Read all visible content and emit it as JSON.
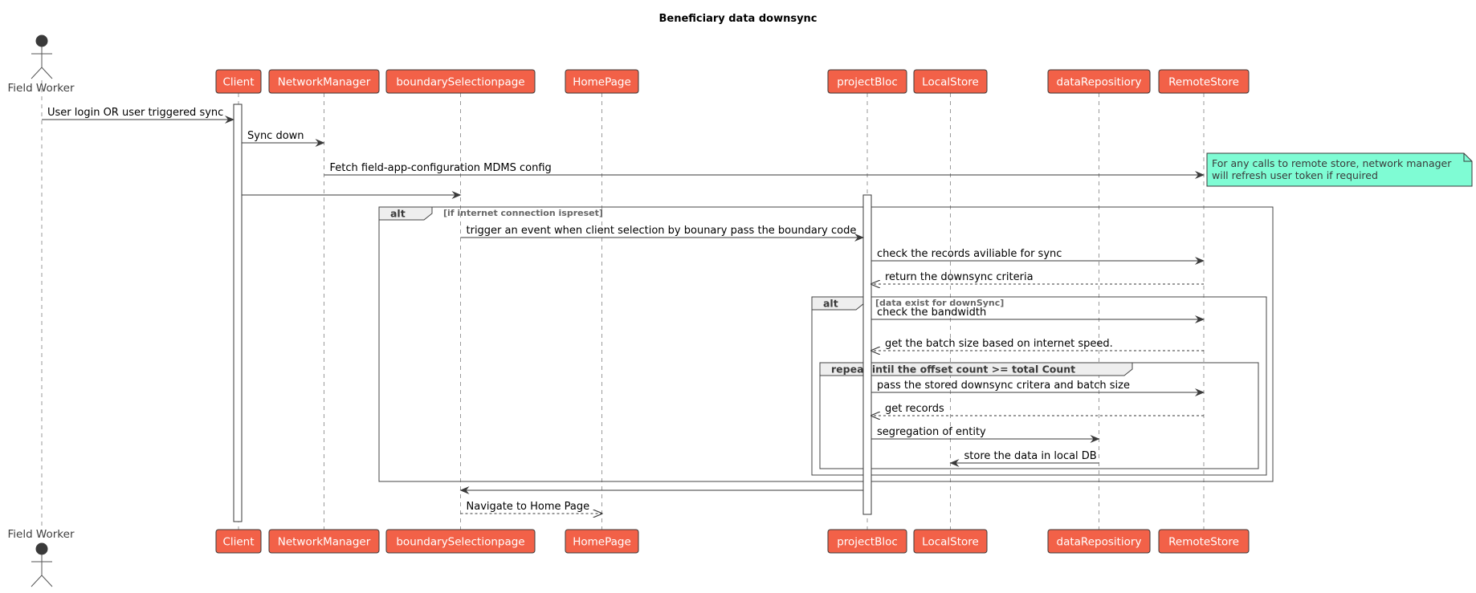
{
  "diagram": {
    "title": "Beneficiary data downsync",
    "actor": {
      "label": "Field Worker"
    },
    "participants": [
      {
        "label": "Client"
      },
      {
        "label": "NetworkManager"
      },
      {
        "label": "boundarySelectionpage"
      },
      {
        "label": "HomePage"
      },
      {
        "label": "projectBloc"
      },
      {
        "label": "LocalStore"
      },
      {
        "label": "dataRepositiory"
      },
      {
        "label": "RemoteStore"
      }
    ],
    "messages": [
      {
        "from": 0,
        "to": 1,
        "label": "User login OR user triggered sync",
        "style": "solid"
      },
      {
        "from": 1,
        "to": 2,
        "label": "Sync down",
        "style": "solid"
      },
      {
        "from": 2,
        "to": 8,
        "label": "Fetch field-app-configuration MDMS config",
        "style": "solid"
      },
      {
        "from": 1,
        "to": 3,
        "label": "",
        "style": "solid"
      },
      {
        "from": 3,
        "to": 5,
        "label": "trigger an event when client selection by bounary pass the boundary code",
        "style": "solid"
      },
      {
        "from": 5,
        "to": 8,
        "label": "check the records aviliable for sync",
        "style": "solid"
      },
      {
        "from": 8,
        "to": 5,
        "label": "return the downsync criteria",
        "style": "dashed"
      },
      {
        "from": 5,
        "to": 8,
        "label": "check the bandwidth",
        "style": "solid"
      },
      {
        "from": 8,
        "to": 5,
        "label": "get the batch size based on internet speed.",
        "style": "dashed"
      },
      {
        "from": 5,
        "to": 8,
        "label": "pass the stored downsync critera and batch size",
        "style": "solid"
      },
      {
        "from": 8,
        "to": 5,
        "label": "get records",
        "style": "dashed"
      },
      {
        "from": 5,
        "to": 7,
        "label": "segregation of entity",
        "style": "solid"
      },
      {
        "from": 7,
        "to": 6,
        "label": "store the data in local DB",
        "style": "solid"
      },
      {
        "from": 5,
        "to": 3,
        "label": "",
        "style": "solid"
      },
      {
        "from": 3,
        "to": 4,
        "label": "Navigate to Home Page",
        "style": "dashed"
      }
    ],
    "frames": [
      {
        "keyword": "alt",
        "guard": "[if internet connection ispreset]"
      },
      {
        "keyword": "alt",
        "guard": "[data exist for downSync]"
      },
      {
        "keyword": "repeat intil the offset  count >= total Count",
        "guard": ""
      }
    ],
    "note": {
      "lines": [
        "For any calls to remote store, network manager",
        "will refresh user token if required"
      ]
    },
    "colors": {
      "participant_fill": "#f26148",
      "participant_text": "#ffffff",
      "note_fill": "#7ffcd4",
      "line": "#3a3a3a"
    }
  }
}
